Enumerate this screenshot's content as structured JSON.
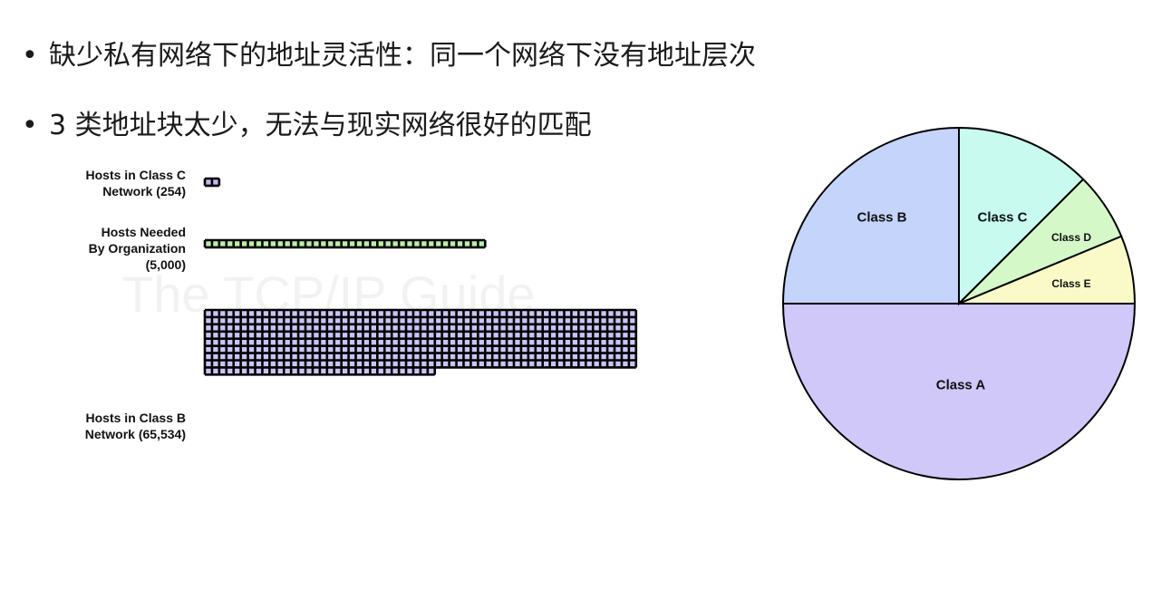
{
  "bullets": [
    {
      "marker": "•",
      "text": "缺少私有网络下的地址灵活性：同一个网络下没有地址层次"
    },
    {
      "marker": "•",
      "text": "3 类地址块太少，无法与现实网络很好的匹配"
    }
  ],
  "bar_labels": {
    "class_c": [
      "Hosts in Class C",
      "Network (254)"
    ],
    "needed": [
      "Hosts Needed",
      "By Organization",
      "(5,000)"
    ],
    "class_b": [
      "Hosts in Class B",
      "Network (65,534)"
    ]
  },
  "watermark": "The TCP/IP Guide",
  "colors": {
    "class_c_block": "#c8b4f0",
    "needed_block": "#b8f0a8",
    "class_b_block": "#c8c4f4",
    "grid_line": "#000000"
  },
  "chart_data": [
    {
      "type": "bar",
      "categories": [
        "Hosts in Class C Network (254)",
        "Hosts Needed By Organization (5,000)",
        "Hosts in Class B Network (65,534)"
      ],
      "values": [
        254,
        5000,
        65534
      ]
    },
    {
      "type": "pie",
      "categories": [
        "Class A",
        "Class B",
        "Class C",
        "Class D",
        "Class E"
      ],
      "values": [
        50,
        25,
        12.5,
        6.25,
        6.25
      ],
      "colors": [
        "#d0c8f8",
        "#c4d4fa",
        "#c8faf0",
        "#d4f8c8",
        "#fafac8"
      ]
    }
  ]
}
